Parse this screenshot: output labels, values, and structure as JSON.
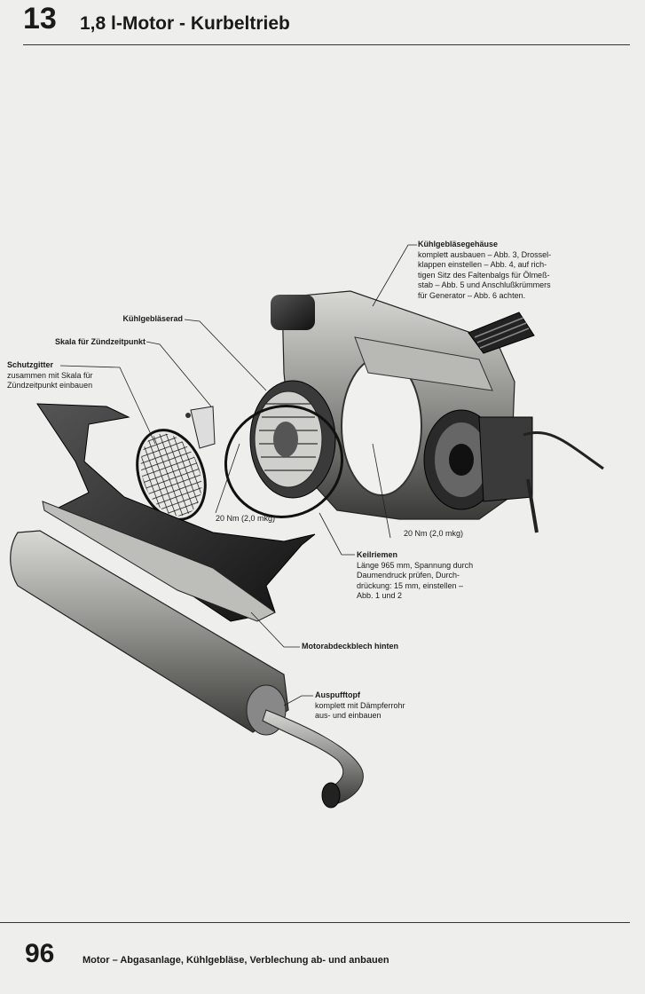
{
  "header": {
    "chapter": "13",
    "title": "1,8 l-Motor - Kurbeltrieb"
  },
  "footer": {
    "page_number": "96",
    "text": "Motor – Abgasanlage, Kühlgebläse, Verblechung ab- und anbauen"
  },
  "labels": {
    "kuehlgeblaesegehaeuse": {
      "title": "Kühlgebläsegehäuse",
      "lines": [
        "komplett ausbauen – Abb. 3, Drossel-",
        "klappen einstellen – Abb. 4, auf rich-",
        "tigen Sitz des Faltenbalgs für Ölmeß-",
        "stab – Abb. 5 und Anschlußkrümmers",
        "für Generator – Abb. 6 achten."
      ]
    },
    "kuehlgeblaeserad": {
      "title": "Kühlgebläserad"
    },
    "skala": {
      "title": "Skala für Zündzeitpunkt"
    },
    "schutzgitter": {
      "title": "Schutzgitter",
      "lines": [
        "zusammen mit Skala für",
        "Zündzeitpunkt einbauen"
      ]
    },
    "torque_left": "20 Nm (2,0 mkg)",
    "torque_right": "20 Nm (2,0 mkg)",
    "keilriemen": {
      "title": "Keilriemen",
      "lines": [
        "Länge 965 mm, Spannung durch",
        "Daumendruck prüfen, Durch-",
        "drückung: 15 mm, einstellen –",
        "Abb. 1 und 2"
      ]
    },
    "motorabdeckblech": {
      "title": "Motorabdeckblech hinten"
    },
    "auspufftopf": {
      "title": "Auspufftopf",
      "lines": [
        "komplett mit Dämpferrohr",
        "aus- und einbauen"
      ]
    }
  }
}
